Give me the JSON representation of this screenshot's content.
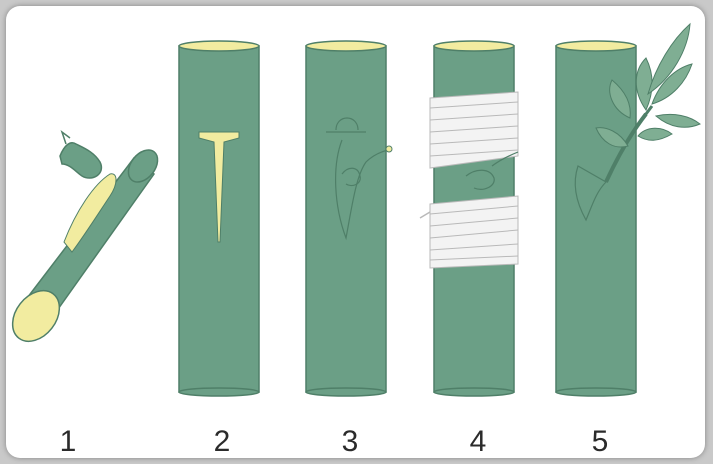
{
  "labels": [
    "1",
    "2",
    "3",
    "4",
    "5"
  ],
  "colors": {
    "stem": "#6b9f86",
    "stem_dark": "#4f7f68",
    "cambium": "#f2eca0",
    "wrap": "#f3f3f3",
    "wrap_line": "#b9b9b9",
    "leaf": "#7fae93"
  }
}
